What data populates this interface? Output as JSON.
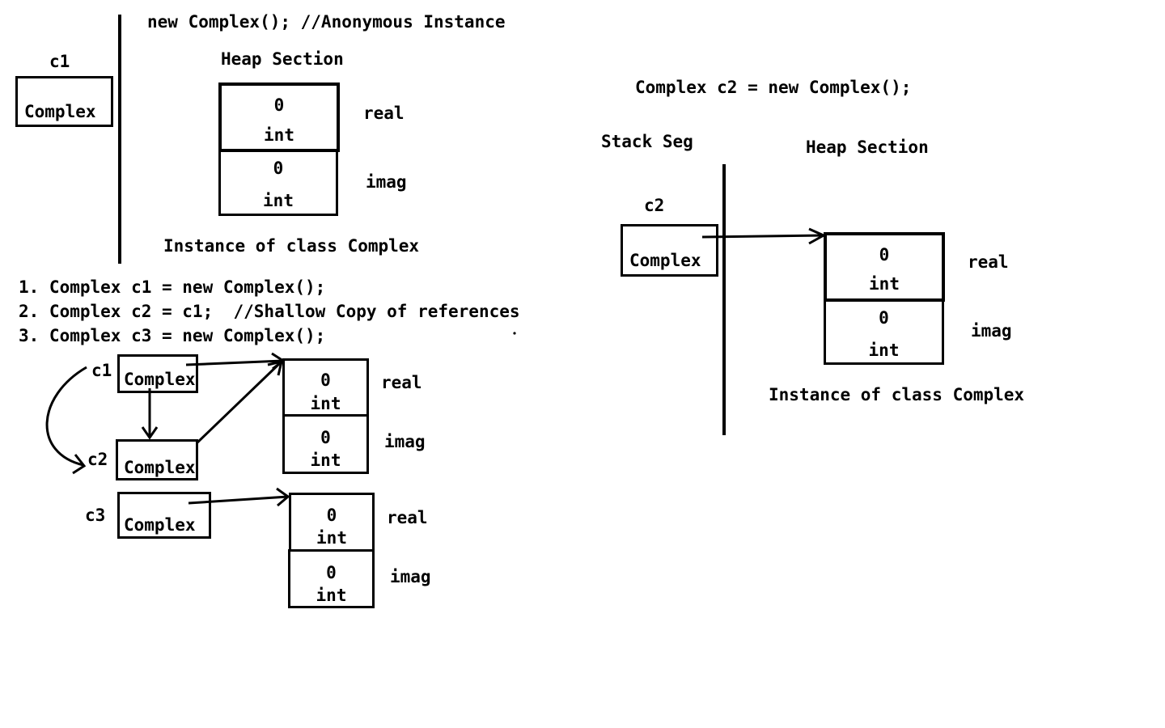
{
  "top_left": {
    "heading": "new Complex(); //Anonymous Instance",
    "ref_name": "c1",
    "ref_type": "Complex",
    "heap_label": "Heap Section",
    "real": {
      "value": "0",
      "type": "int",
      "label": "real"
    },
    "imag": {
      "value": "0",
      "type": "int",
      "label": "imag"
    },
    "caption": "Instance of class Complex"
  },
  "code": {
    "line1": "1. Complex c1 = new Complex();",
    "line2": "2. Complex c2 = c1;  //Shallow Copy of references",
    "line3": "3. Complex c3 = new Complex();"
  },
  "bottom_left": {
    "c1": {
      "name": "c1",
      "type": "Complex"
    },
    "c2": {
      "name": "c2",
      "type": "Complex"
    },
    "c3": {
      "name": "c3",
      "type": "Complex"
    },
    "obj1": {
      "real_value": "0",
      "real_type": "int",
      "real_label": "real",
      "imag_value": "0",
      "imag_type": "int",
      "imag_label": "imag"
    },
    "obj2": {
      "real_value": "0",
      "real_type": "int",
      "real_label": "real",
      "imag_value": "0",
      "imag_type": "int",
      "imag_label": "imag"
    }
  },
  "right": {
    "heading": "Complex c2 = new Complex();",
    "stack_label": "Stack Seg",
    "heap_label": "Heap Section",
    "ref_name": "c2",
    "ref_type": "Complex",
    "real": {
      "value": "0",
      "type": "int",
      "label": "real"
    },
    "imag": {
      "value": "0",
      "type": "int",
      "label": "imag"
    },
    "caption": "Instance of class Complex"
  }
}
